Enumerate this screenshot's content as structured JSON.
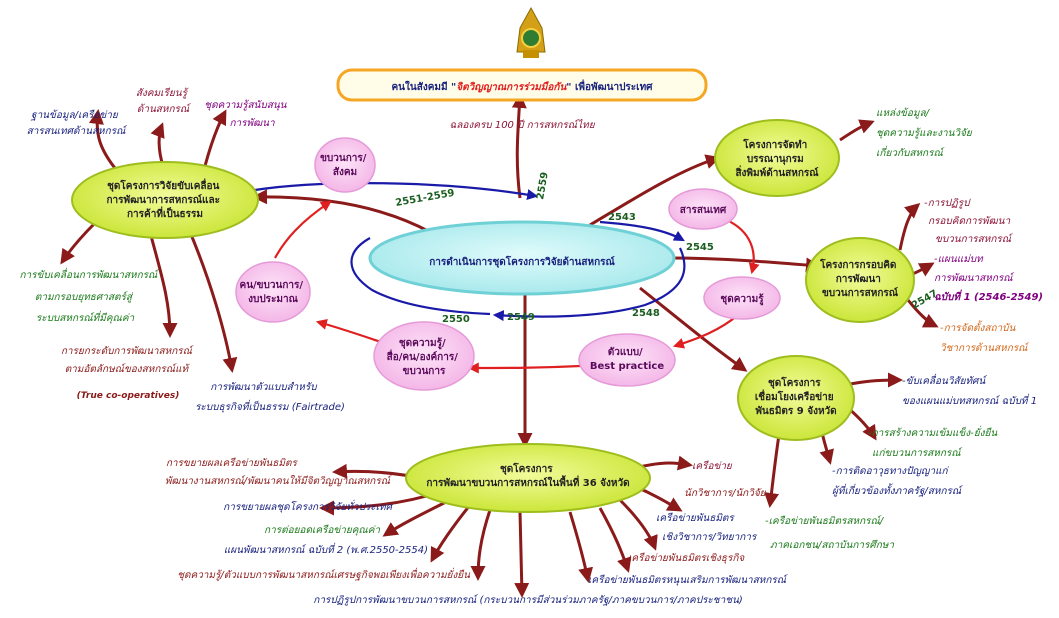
{
  "banner": {
    "prefix": "คนในสังคมมี \"",
    "highlight": "จิตวิญญาณการร่วมมือกัน",
    "suffix": "\" เพื่อพัฒนาประเทศ"
  },
  "anniversary": "ฉลองครบ 100 ปี การสหกรณ์ไทย",
  "center": "การดำเนินการชุดโครงการวิจัยด้านสหกรณ์",
  "nodes": {
    "left_program": [
      "ชุดโครงการวิจัยขับเคลื่อน",
      "การพัฒนาการสหกรณ์และ",
      "การค้าที่เป็นธรรม"
    ],
    "documentation": [
      "โครงการจัดทำ",
      "บรรณานุกรม",
      "สิ่งพิมพ์ด้านสหกรณ์"
    ],
    "framework": [
      "โครงการกรอบคิด",
      "การพัฒนา",
      "ขบวนการสหกรณ์"
    ],
    "network9": [
      "ชุดโครงการ",
      "เชื่อมโยงเครือข่าย",
      "พันธมิตร 9 จังหวัด"
    ],
    "area36": [
      "ชุดโครงการ",
      "การพัฒนาขบวนการสหกรณ์ในพื้นที่ 36 จังหวัด"
    ],
    "movement_society": [
      "ขบวนการ/",
      "สังคม"
    ],
    "people_budget": [
      "คน/ขบวนการ/",
      "งบประมาณ"
    ],
    "knowledge_media": [
      "ชุดความรู้/",
      "สื่อ/คน/องค์การ/",
      "ขบวนการ"
    ],
    "information": [
      "สารสนเทศ"
    ],
    "knowledge": [
      "ชุดความรู้"
    ],
    "model_practice": [
      "ตัวแบบ/",
      "Best practice"
    ]
  },
  "years": {
    "y2551_2559": "2551-2559",
    "y2559": "2559",
    "y2543": "2543",
    "y2545": "2545",
    "y2548": "2548",
    "y2549": "2549",
    "y2550": "2550",
    "y2547": "2547"
  },
  "left_outputs": {
    "database": [
      "ฐานข้อมูล/เครือข่าย",
      "สารสนเทศด้านสหกรณ์"
    ],
    "learning_society": [
      "สังคมเรียนรู้",
      "ด้านสหกรณ์"
    ],
    "support_knowledge": [
      "ชุดความรู้สนับสนุน",
      "การพัฒนา"
    ],
    "strategy": [
      "การขับเคลื่อนการพัฒนาสหกรณ์",
      "ตามกรอบยุทธศาสตร์สู่",
      "ระบบสหกรณ์ที่มีคุณค่า"
    ],
    "true_coop": [
      "การยกระดับการพัฒนาสหกรณ์",
      "ตามอัตลักษณ์ของสหกรณ์แท้",
      "(True co-operatives)"
    ],
    "fairtrade": [
      "การพัฒนาตัวแบบสำหรับ",
      "ระบบธุรกิจที่เป็นธรรม (Fairtrade)"
    ]
  },
  "right_outputs": {
    "sources": [
      "แหล่งข้อมูล/",
      "ชุดความรู้และงานวิจัย",
      "เกี่ยวกับสหกรณ์"
    ],
    "reform": [
      "-การปฏิรูป",
      "กรอบคิดการพัฒนา",
      "ขบวนการสหกรณ์"
    ],
    "masterplan": [
      "-แผนแม่บท",
      "การพัฒนาสหกรณ์",
      "ฉบับที่ 1 (2546-2549)"
    ],
    "institute": [
      "-การจัดตั้งสถาบัน",
      "วิชาการด้านสหกรณ์"
    ],
    "vision": [
      "-ขับเคลื่อนวิสัยทัศน์",
      "ของแผนแม่บทสหกรณ์ ฉบับที่ 1"
    ],
    "strengthen": [
      "-การสร้างความเข้มแข็ง-ยั่งยืน",
      "แก่ขบวนการสหกรณ์"
    ],
    "wisdom": [
      "-การติดอาวุธทางปัญญาแก่",
      "ผู้ที่เกี่ยวข้องทั้งภาครัฐ/สหกรณ์"
    ],
    "partners": [
      "-เครือข่ายพันธมิตรสหกรณ์/",
      "ภาคเอกชน/สถาบันการศึกษา"
    ]
  },
  "bottom_outputs": {
    "expand_network": [
      "การขยายผลเครือข่ายพันธมิตร",
      "พัฒนางานสหกรณ์/พัฒนาคนให้มีจิตวิญญาณสหกรณ์"
    ],
    "expand_research": "การขยายผลชุดโครงการวิจัยทั่วประเทศ",
    "quality_network": "การต่อยอดเครือข่ายคุณค่า",
    "plan2": "แผนพัฒนาสหกรณ์ ฉบับที่ 2 (พ.ศ.2550-2554)",
    "sufficiency": "ชุดความรู้/ตัวแบบการพัฒนาสหกรณ์เศรษฐกิจพอเพียงเพื่อความยั่งยืน",
    "reform_practice": "การปฏิรูปการพัฒนาขบวนการสหกรณ์ (กระบวนการมีส่วนร่วมภาครัฐ/ภาคขบวนการ/ภาคประชาชน)",
    "network": "เครือข่าย",
    "researchers": "นักวิชาการ/นักวิจัย",
    "academic_partners": [
      "เครือข่ายพันธมิตร",
      "เชิงวิชาการ/วิทยาการ"
    ],
    "business_partners": "เครือข่ายพันธมิตรเชิงธุรกิจ",
    "support_partners": "เครือข่ายพันธมิตรหนุนเสริมการพัฒนาสหกรณ์"
  },
  "colors": {
    "dark_red": "#8b1a1a",
    "blue": "#1a1aa8",
    "red": "#e02020",
    "navy_text": "#1a237e",
    "green_text": "#1b7a1b",
    "maroon_text": "#8b1538",
    "orange_text": "#d2691e",
    "purple_text": "#800080",
    "center_fill": "#b2f0f0",
    "yellow_green": "#d7ef4a",
    "pink": "#f9c6ef"
  }
}
